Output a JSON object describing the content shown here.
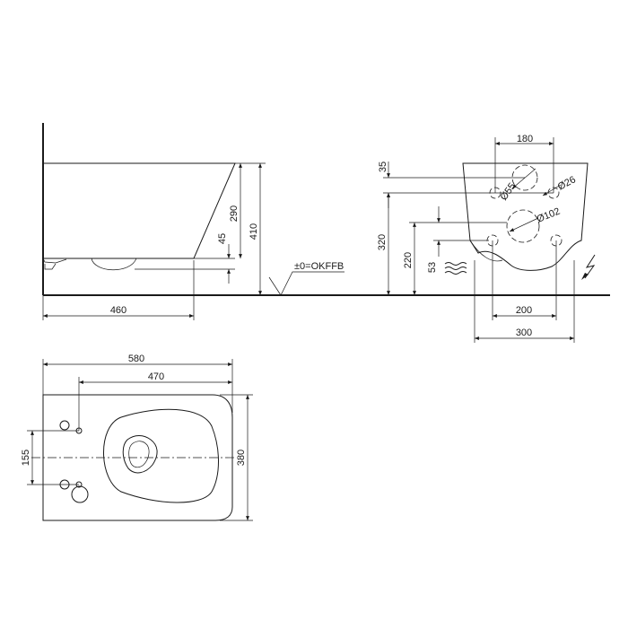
{
  "side_view": {
    "dim_depth": "460",
    "dim_height_290": "290",
    "dim_height_410": "410",
    "dim_45": "45",
    "floor_label": "±0=OKFFB"
  },
  "rear_view": {
    "dim_180": "180",
    "dim_35": "35",
    "dim_d55": "Ø55",
    "dim_d26": "Ø26",
    "dim_d102": "Ø102",
    "dim_320": "320",
    "dim_220": "220",
    "dim_53": "53",
    "dim_200": "200",
    "dim_300": "300",
    "icon_water": "water-supply-icon",
    "icon_electric": "electric-icon"
  },
  "top_view": {
    "dim_580": "580",
    "dim_470": "470",
    "dim_155": "155",
    "dim_380": "380"
  }
}
